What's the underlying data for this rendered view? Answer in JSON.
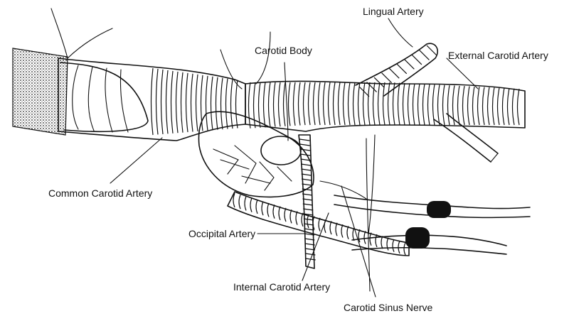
{
  "labels": {
    "lingual": "Lingual Artery",
    "carotid_body": "Carotid Body",
    "external_carotid": "External Carotid Artery",
    "common_carotid": "Common Carotid Artery",
    "occipital": "Occipital Artery",
    "internal_carotid": "Internal Carotid Artery",
    "sinus_nerve": "Carotid Sinus Nerve"
  },
  "colors": {
    "ink": "#111111",
    "background": "#ffffff"
  }
}
